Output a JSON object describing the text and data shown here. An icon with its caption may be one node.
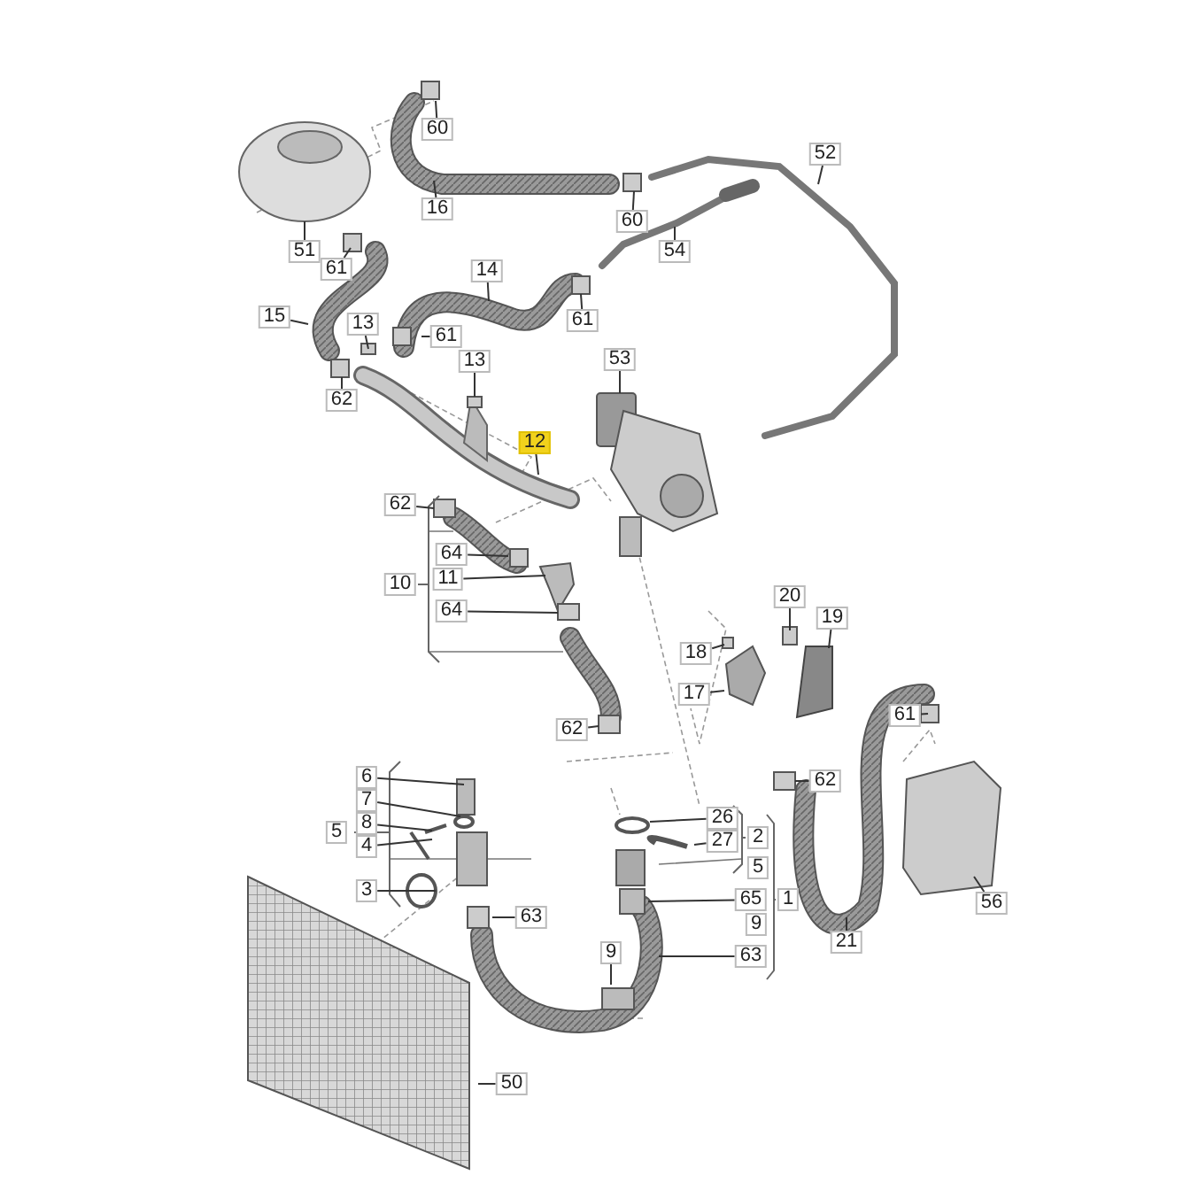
{
  "diagram": {
    "nodes": [
      {
        "text": [
          "60"
        ]
      },
      {
        "text": [
          "16"
        ]
      },
      {
        "text": [
          "60"
        ]
      },
      {
        "text": [
          "52"
        ]
      },
      {
        "text": [
          "51"
        ]
      },
      {
        "text": [
          "61"
        ]
      },
      {
        "text": [
          "14"
        ]
      },
      {
        "text": [
          "54"
        ]
      },
      {
        "text": [
          "15"
        ]
      },
      {
        "text": [
          "13"
        ]
      },
      {
        "text": [
          "61"
        ]
      },
      {
        "text": [
          "61"
        ]
      },
      {
        "text": [
          "13"
        ]
      },
      {
        "text": [
          "62"
        ]
      },
      {
        "text": [
          "53"
        ]
      },
      {
        "text": [
          "12"
        ]
      },
      {
        "text": [
          "62"
        ]
      },
      {
        "text": [
          "64"
        ]
      },
      {
        "text": [
          "11"
        ]
      },
      {
        "text": [
          "64"
        ]
      },
      {
        "text": [
          "62"
        ]
      },
      {
        "text": [
          "18"
        ]
      },
      {
        "text": [
          "20"
        ]
      },
      {
        "text": [
          "19"
        ]
      },
      {
        "text": [
          "17"
        ]
      },
      {
        "text": [
          "61"
        ]
      },
      {
        "text": [
          "62"
        ]
      },
      {
        "text": [
          "6"
        ]
      },
      {
        "text": [
          "7"
        ]
      },
      {
        "text": [
          "8"
        ]
      },
      {
        "text": [
          "4"
        ]
      },
      {
        "text": [
          "3"
        ]
      },
      {
        "text": [
          "26"
        ]
      },
      {
        "text": [
          "27"
        ]
      },
      {
        "text": [
          "65"
        ]
      },
      {
        "text": [
          "63"
        ]
      },
      {
        "text": [
          "56"
        ]
      },
      {
        "text": [
          "21"
        ]
      },
      {
        "text": [
          "63"
        ]
      },
      {
        "text": [
          "9"
        ]
      },
      {
        "text": [
          "50"
        ]
      },
      {
        "text": [
          "10"
        ]
      },
      {
        "text": [
          "5"
        ]
      },
      {
        "text": [
          "2"
        ]
      },
      {
        "text": [
          "5"
        ]
      },
      {
        "text": [
          "1"
        ]
      },
      {
        "text": [
          "9"
        ]
      }
    ],
    "edges": [
      {
        "from": 0,
        "to": null,
        "arrow": "none"
      },
      {
        "from": 1,
        "to": null,
        "arrow": "none"
      },
      {
        "from": 2,
        "to": null,
        "arrow": "none"
      },
      {
        "from": 3,
        "to": null,
        "arrow": "none"
      },
      {
        "from": 4,
        "to": null,
        "arrow": "none"
      },
      {
        "from": 5,
        "to": null,
        "arrow": "none"
      },
      {
        "from": 6,
        "to": null,
        "arrow": "none"
      },
      {
        "from": 7,
        "to": null,
        "arrow": "none"
      },
      {
        "from": 8,
        "to": null,
        "arrow": "none"
      },
      {
        "from": 9,
        "to": null,
        "arrow": "none"
      },
      {
        "from": 10,
        "to": null,
        "arrow": "none"
      },
      {
        "from": 11,
        "to": null,
        "arrow": "none"
      },
      {
        "from": 12,
        "to": null,
        "arrow": "none"
      },
      {
        "from": 13,
        "to": null,
        "arrow": "none"
      },
      {
        "from": 14,
        "to": null,
        "arrow": "none"
      },
      {
        "from": 15,
        "to": null,
        "arrow": "none"
      },
      {
        "from": 16,
        "to": null,
        "arrow": "none"
      },
      {
        "from": 17,
        "to": null,
        "arrow": "none"
      },
      {
        "from": 18,
        "to": null,
        "arrow": "none"
      },
      {
        "from": 19,
        "to": null,
        "arrow": "none"
      },
      {
        "from": 20,
        "to": null,
        "arrow": "none"
      },
      {
        "from": 21,
        "to": null,
        "arrow": "none"
      },
      {
        "from": 22,
        "to": null,
        "arrow": "none"
      },
      {
        "from": 23,
        "to": null,
        "arrow": "none"
      },
      {
        "from": 24,
        "to": null,
        "arrow": "none"
      },
      {
        "from": 25,
        "to": null,
        "arrow": "none"
      },
      {
        "from": 26,
        "to": null,
        "arrow": "none"
      },
      {
        "from": 27,
        "to": null,
        "arrow": "none"
      },
      {
        "from": 28,
        "to": null,
        "arrow": "none"
      },
      {
        "from": 29,
        "to": null,
        "arrow": "none"
      },
      {
        "from": 30,
        "to": null,
        "arrow": "none"
      },
      {
        "from": 31,
        "to": null,
        "arrow": "none"
      },
      {
        "from": 32,
        "to": null,
        "arrow": "none"
      },
      {
        "from": 33,
        "to": null,
        "arrow": "none"
      },
      {
        "from": 34,
        "to": null,
        "arrow": "none"
      },
      {
        "from": 35,
        "to": null,
        "arrow": "none"
      },
      {
        "from": 36,
        "to": null,
        "arrow": "none"
      },
      {
        "from": 37,
        "to": null,
        "arrow": "none"
      },
      {
        "from": 38,
        "to": null,
        "arrow": "none"
      },
      {
        "from": 39,
        "to": null,
        "arrow": "none"
      },
      {
        "from": 40,
        "to": null,
        "arrow": "none"
      }
    ]
  }
}
